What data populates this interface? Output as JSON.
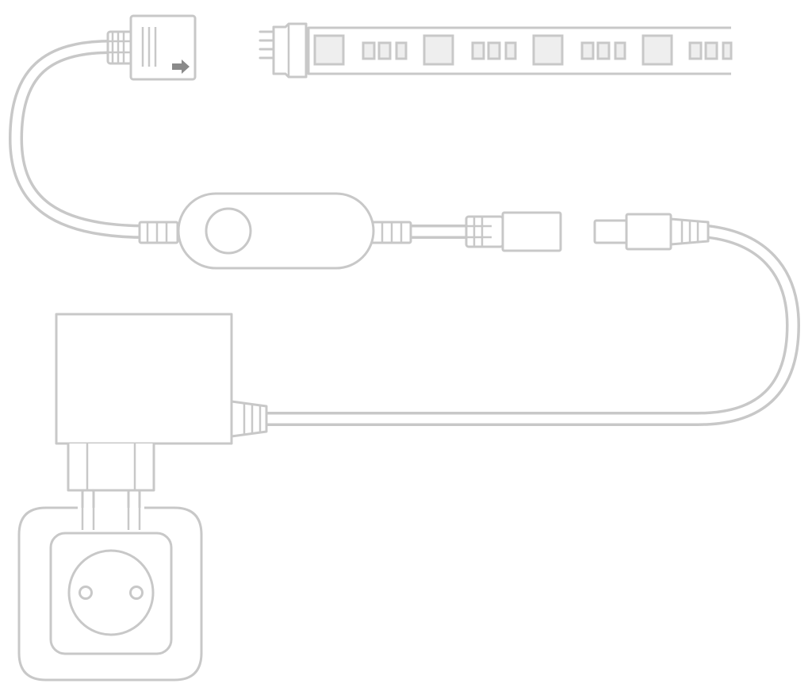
{
  "diagram": {
    "components": [
      {
        "id": "strip-connector",
        "kind": "connector"
      },
      {
        "id": "led-strip",
        "kind": "strip"
      },
      {
        "id": "inline-controller",
        "kind": "controller"
      },
      {
        "id": "dc-jack-female",
        "kind": "connector"
      },
      {
        "id": "dc-plug-male",
        "kind": "connector"
      },
      {
        "id": "power-adapter",
        "kind": "adapter"
      },
      {
        "id": "wall-socket",
        "kind": "socket"
      }
    ],
    "colors": {
      "outline": "#c8c8c8",
      "fill": "#ffffff",
      "led_fill": "#eeeeee",
      "arrow": "#8a8a8a"
    }
  }
}
